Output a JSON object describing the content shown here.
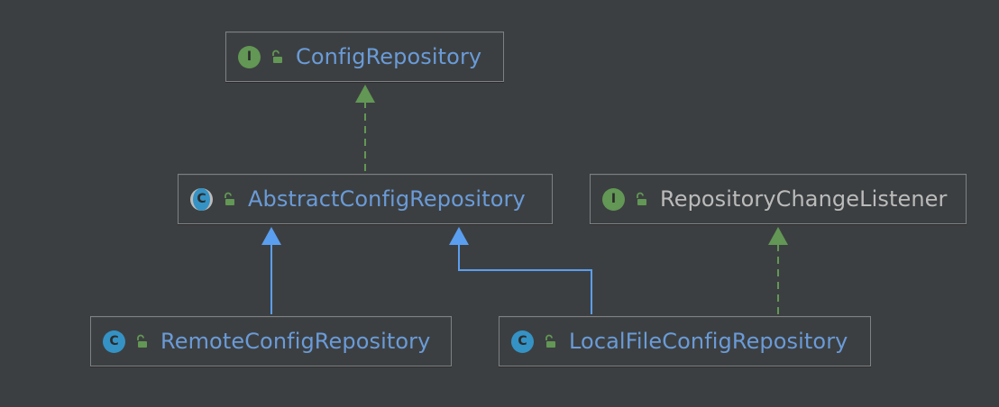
{
  "colors": {
    "background": "#3c3f41",
    "node_border": "#7e8184",
    "implements_edge": "#629755",
    "extends_edge": "#5a9ef0",
    "class_name_text": "#6a9bd8",
    "external_name_text": "#bbbbbb"
  },
  "nodes": {
    "config_repository": {
      "kind": "interface",
      "badge": "I",
      "name": "ConfigRepository",
      "icon": "unlocked-padlock-icon"
    },
    "abstract_config_repository": {
      "kind": "abstract-class",
      "badge": "C",
      "name": "AbstractConfigRepository",
      "icon": "unlocked-padlock-icon"
    },
    "repository_change_listener": {
      "kind": "interface",
      "badge": "I",
      "name": "RepositoryChangeListener",
      "icon": "unlocked-padlock-icon"
    },
    "remote_config_repository": {
      "kind": "class",
      "badge": "C",
      "name": "RemoteConfigRepository",
      "icon": "unlocked-padlock-icon"
    },
    "local_file_config_repository": {
      "kind": "class",
      "badge": "C",
      "name": "LocalFileConfigRepository",
      "icon": "unlocked-padlock-icon"
    }
  },
  "edges": [
    {
      "from": "AbstractConfigRepository",
      "to": "ConfigRepository",
      "type": "implements"
    },
    {
      "from": "RemoteConfigRepository",
      "to": "AbstractConfigRepository",
      "type": "extends"
    },
    {
      "from": "LocalFileConfigRepository",
      "to": "AbstractConfigRepository",
      "type": "extends"
    },
    {
      "from": "LocalFileConfigRepository",
      "to": "RepositoryChangeListener",
      "type": "implements"
    }
  ]
}
